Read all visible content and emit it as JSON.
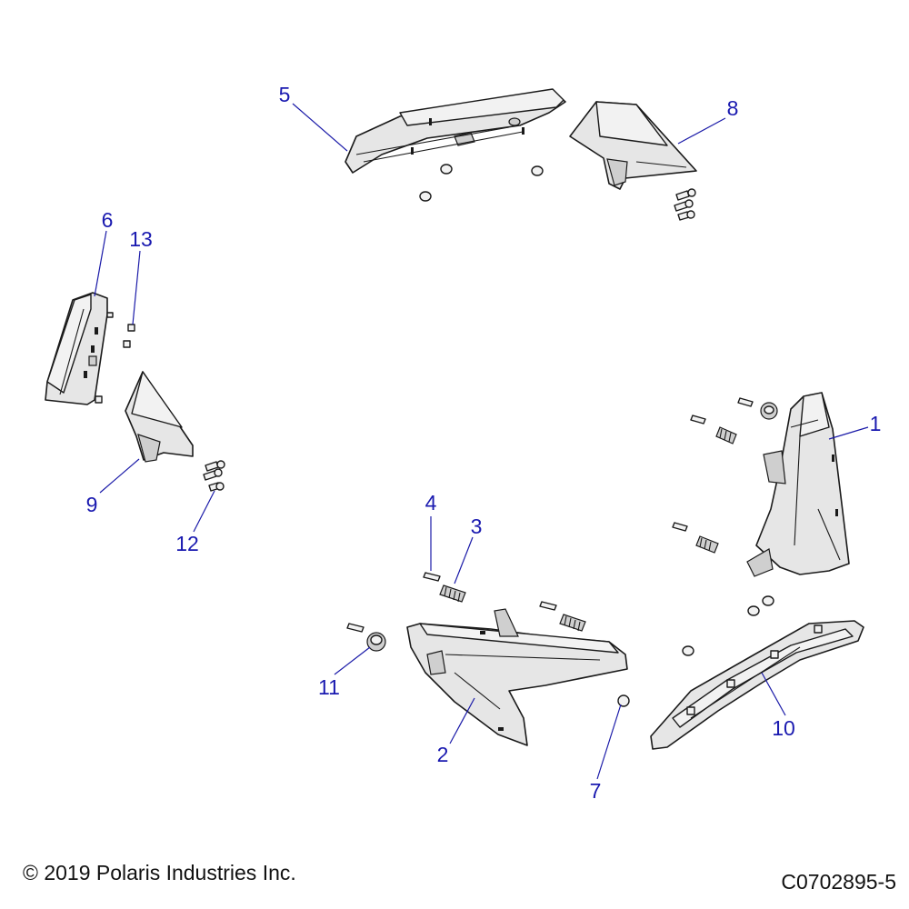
{
  "callouts": [
    {
      "id": "c1",
      "label": "1"
    },
    {
      "id": "c2",
      "label": "2"
    },
    {
      "id": "c3",
      "label": "3"
    },
    {
      "id": "c4",
      "label": "4"
    },
    {
      "id": "c5",
      "label": "5"
    },
    {
      "id": "c6",
      "label": "6"
    },
    {
      "id": "c7",
      "label": "7"
    },
    {
      "id": "c8",
      "label": "8"
    },
    {
      "id": "c9",
      "label": "9"
    },
    {
      "id": "c10",
      "label": "10"
    },
    {
      "id": "c11",
      "label": "11"
    },
    {
      "id": "c12",
      "label": "12"
    },
    {
      "id": "c13",
      "label": "13"
    }
  ],
  "footer": {
    "copyright": "© 2019 Polaris Industries Inc.",
    "drawing_id": "C0702895-5"
  },
  "colors": {
    "callout_text": "#1a1ab0",
    "leader_line": "#1a1aa8",
    "part_fill": "#e6e6e6",
    "outline": "#1a1a1a"
  }
}
